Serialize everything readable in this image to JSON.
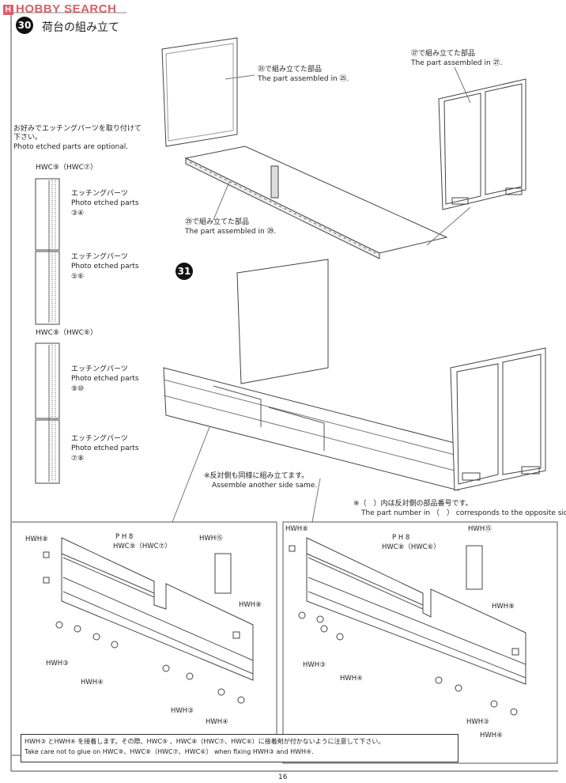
{
  "header": {
    "logo_text": "HOBBY SEARCH",
    "page_number": "16"
  },
  "step30": {
    "number": "30",
    "title": "荷台の組み立て",
    "optional_jp": "お好みでエッチングパーツを取り付けて",
    "optional_jp2": "下さい。",
    "optional_en": "Photo etched parts are optional.",
    "strip1_label": "HWC⑨（HWC⑦）",
    "strip2_label": "HWC⑧（HWC⑥）",
    "etched_jp": "エッチングパーツ",
    "etched_en": "Photo etched parts",
    "etched_parts": [
      "③④",
      "⑤⑥",
      "⑨⑩",
      "⑦⑧"
    ],
    "callout25_jp": "㉕で組み立てた部品",
    "callout25_en": "The part assembled in ㉕.",
    "callout27_jp": "㉗で組み立てた部品",
    "callout27_en": "The part assembled in ㉗.",
    "callout29_jp": "㉙で組み立てた部品",
    "callout29_en": "The part assembled in ㉙."
  },
  "step31": {
    "number": "31",
    "other_side_jp": "※反対側も同様に組み立てます。",
    "other_side_en": "Assemble another side same.",
    "paren_jp": "※（　）内は反対側の部品番号です。",
    "paren_en": "The part number in （　） corresponds to the opposite side.",
    "left_panel": {
      "hwh8": "HWH⑧",
      "ph": "P H 8",
      "hwc": "HWC⑨（HWC⑦）",
      "hwh15": "HWH⑮",
      "hwh8b": "HWH⑧",
      "hwh3a": "HWH③",
      "hwh4a": "HWH④",
      "hwh3b": "HWH③",
      "hwh4b": "HWH④"
    },
    "right_panel": {
      "hwh8": "HWH⑧",
      "ph": "P H 8",
      "hwc": "HWC⑧（HWC⑥）",
      "hwh15": "HWH⑮",
      "hwh8b": "HWH⑧",
      "hwh3a": "HWH③",
      "hwh4a": "HWH④",
      "hwh3b": "HWH③",
      "hwh4b": "HWH④"
    },
    "note_jp": "HWH③ とHWH④ を接着します。その際、HWC⑨ 、HWC⑧（HWC⑦、HWC⑥）に接着剤が付かないように注意して下さい。",
    "note_en": "Take care not to glue on HWC⑨、HWC⑧（HWC⑦、HWC⑥） when fixing HWH③ and HWH④."
  }
}
